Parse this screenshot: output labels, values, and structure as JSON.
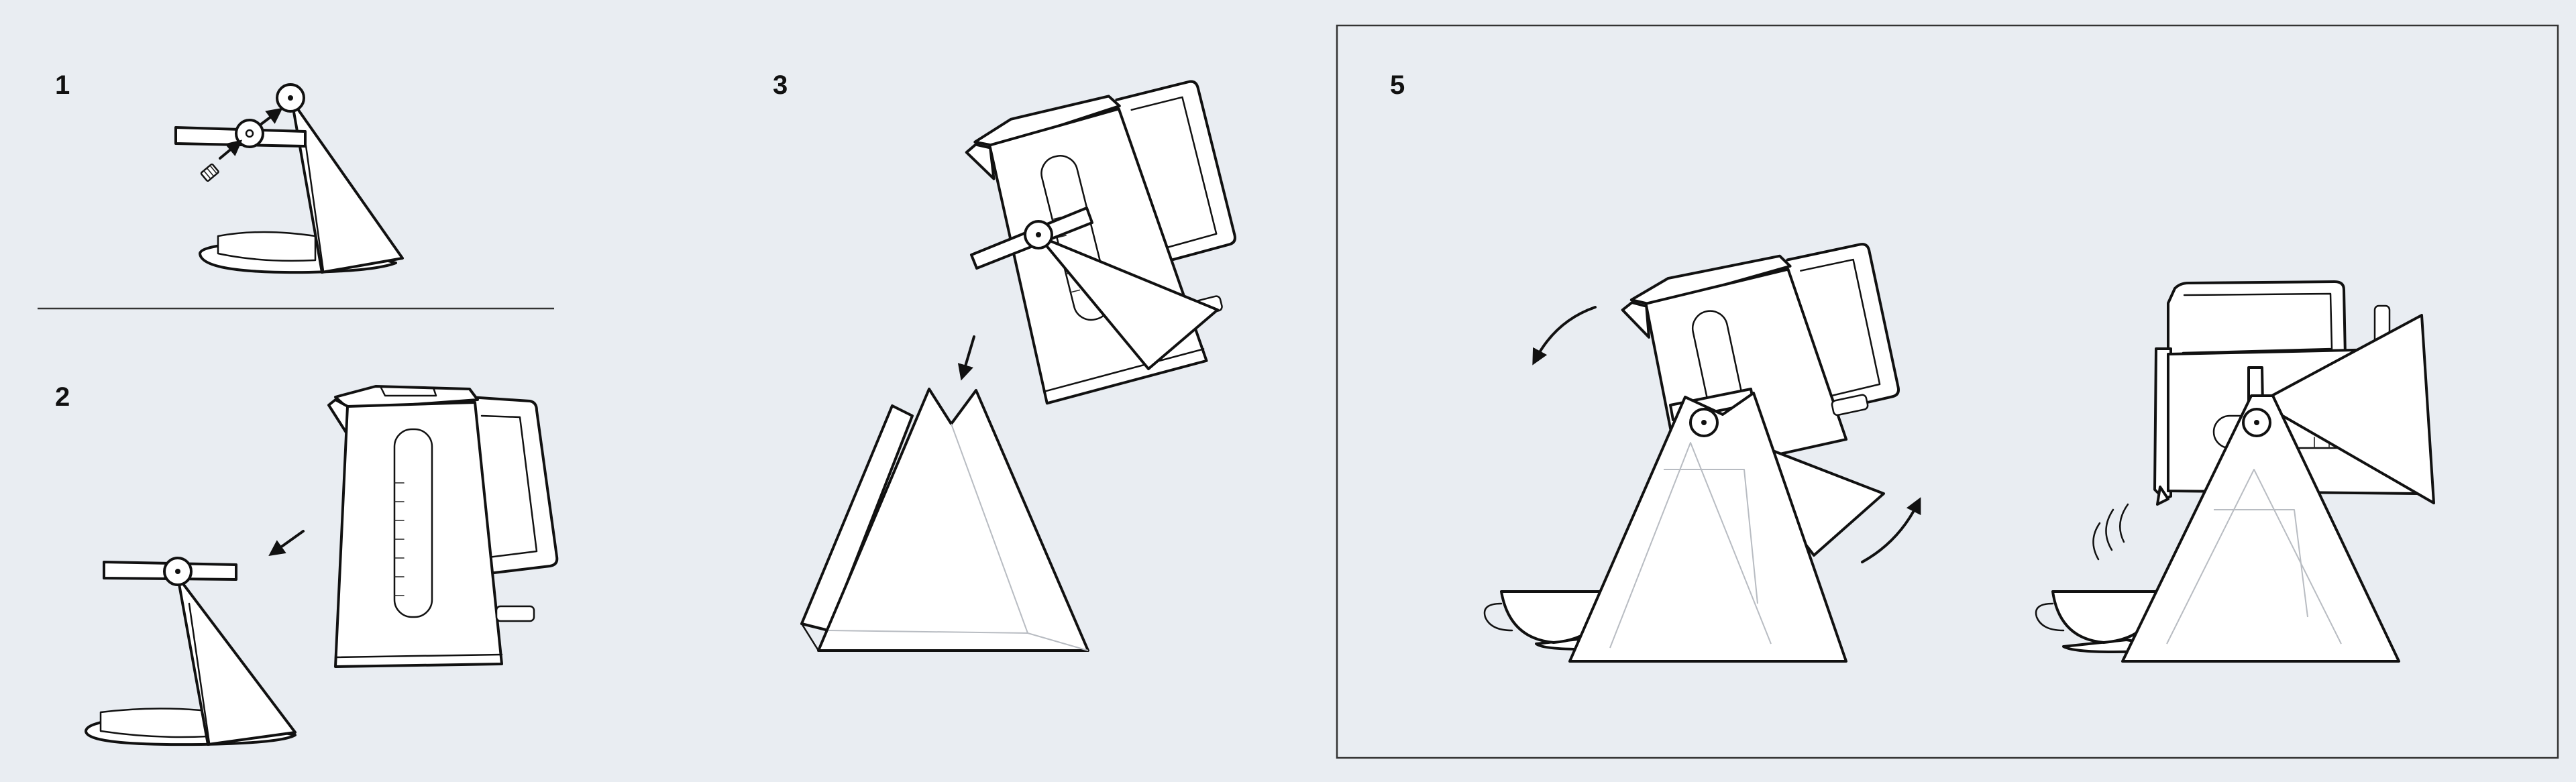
{
  "steps": [
    {
      "number": "1"
    },
    {
      "number": "2"
    },
    {
      "number": "3"
    },
    {
      "number": "5"
    }
  ],
  "colors": {
    "background": "#e9edf2",
    "line": "#111111",
    "fill": "#ffffff",
    "ghost": "#b8bcc2"
  },
  "icons": [
    "arrow-icon",
    "curved-arrow-icon",
    "pour-stream-icon",
    "screw-icon"
  ]
}
